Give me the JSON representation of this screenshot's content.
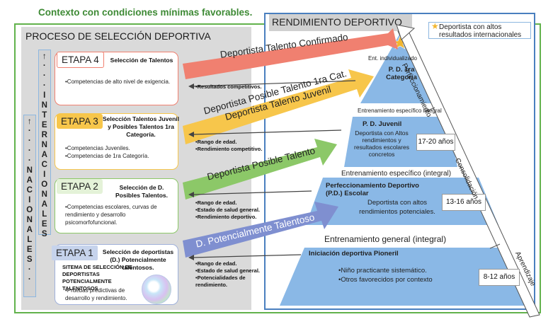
{
  "top_title": "Contexto con condiciones mínimas favorables.",
  "left": {
    "header": "PROCESO DE SELECCIÓN DEPORTIVA",
    "international_column": ". . . INTERNACIONALES",
    "national_column": ". . . NACIONALES . .",
    "stages": [
      {
        "tag": "ETAPA 4",
        "title": "Selección de Talentos",
        "items": "•Competencias de alto nivel de exigencia."
      },
      {
        "tag": "ETAPA 3",
        "title": "Selección Talentos Juvenil y Posibles Talentos 1ra Categoría.",
        "items": "•Competencias Juveniles.\n•Competencias de 1ra Categoría."
      },
      {
        "tag": "ETAPA 2",
        "title": "Selección de D. Posibles Talentos.",
        "items": "•Competencias escolares, curvas de rendimiento y desarrollo psicomorfofuncional."
      },
      {
        "tag": "ETAPA 1",
        "title": "Selección de deportistas (D.) Potencialmente talentosos.",
        "system": "SITEMA DE SELECCIÓN DE DEPORTISTAS POTENCIALMENTE TALENTOSOS",
        "items": "•Pruebas predictivas de desarrollo y rendimiento."
      }
    ]
  },
  "arrows": {
    "a4": "Deportista Talento Confirmado",
    "a3": "Deportista Posible Talento 1ra Cat.\nDeportista Talento Juvenil",
    "a2": "Deportista Posible Talento",
    "a1": "D. Potencialmente Talentoso"
  },
  "criteria": {
    "c4": "•Resultados competitivos.",
    "c3": "•Rango de edad.\n•Rendimiento competitivo.",
    "c2": "•Rango de edad.\n•Estado de salud general.\n•Rendimiento deportivo.",
    "c1": "•Rango de edad.\n•Estado de salud general.\n•Potencialidades de rendimiento."
  },
  "right": {
    "header": "RENDIMIENTO DEPORTIVO",
    "legend": "Deportista con altos resultados internacionales",
    "ent_individual": "Ent. individualizado",
    "level1_title": "P. D. 1ra Categoría",
    "train_integral": "Entrenamiento específico integral",
    "level2_title": "P. D. Juvenil",
    "level2_text": "Deportista con Altos rendimientos y resultados escolares concretos",
    "level2_age": "17-20 años",
    "train_integral2": "Entrenamiento específico (integral)",
    "level3_title": "Perfeccionamiento Deportivo (P.D.) Escolar",
    "level3_text": "Deportista con altos rendimientos potenciales.",
    "level3_age": "13-16 años",
    "train_general": "Entrenamiento general (integral)",
    "level4_title": "Iniciación deportiva Pioneril",
    "level4_text": "•Niño practicante sistemático.\n•Otros favorecidos por contexto",
    "level4_age": "8-12 años",
    "side_perf": "Perfeccionamiento",
    "side_cons": "Consolidación",
    "side_apr": "Aprendizaje"
  },
  "colors": {
    "frame_green": "#62b24c",
    "arrow4": "#f08070",
    "arrow3": "#f7c64b",
    "arrow2": "#8cc868",
    "arrow1": "#7f8fd0",
    "pyramid": "#8ab8e6",
    "star": "#f2b630"
  }
}
